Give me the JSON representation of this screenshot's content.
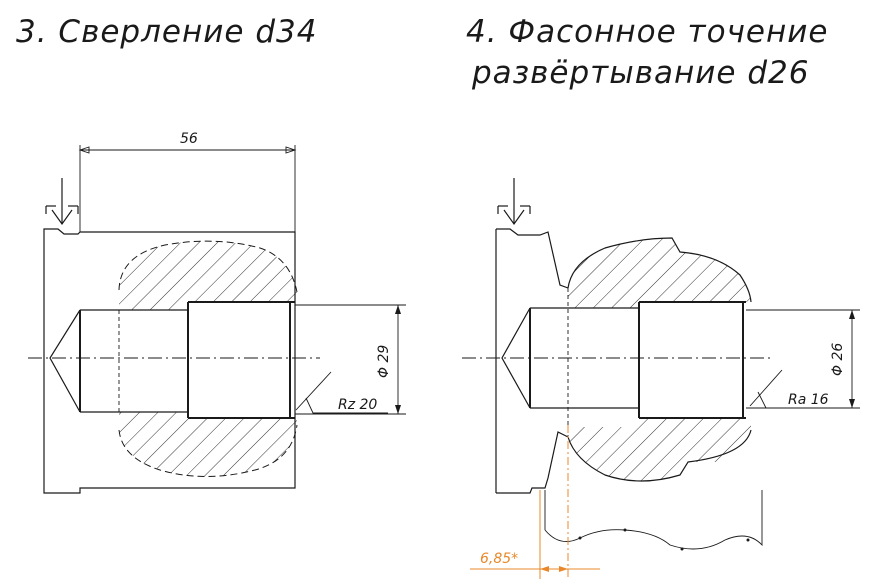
{
  "op3": {
    "title": "3. Сверление d34",
    "dim_length": "56",
    "dim_diameter": "Φ 29",
    "roughness": "Rz 20"
  },
  "op4": {
    "title_line1": "4. Фасонное точение",
    "title_line2": "развёртывание d26",
    "dim_diameter": "Φ 26",
    "roughness": "Ra 16",
    "dim_offset": "6,85*"
  },
  "colors": {
    "line": "#1a1a1a",
    "highlight": "#e8882a"
  }
}
